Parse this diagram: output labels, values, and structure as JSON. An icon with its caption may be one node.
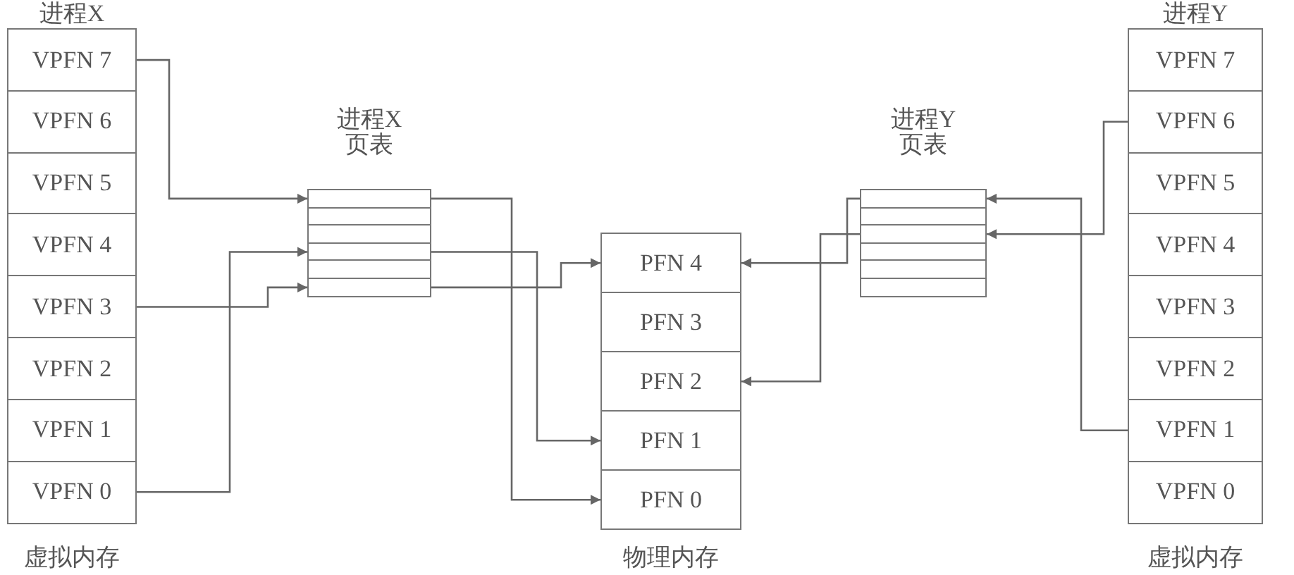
{
  "diagram": {
    "nodes": [
      {
        "text": [
          "进程X",
          "虚拟内存"
        ]
      },
      {
        "text": [
          "VPFN 7"
        ],
        "in": 0
      },
      {
        "text": [
          "VPFN 6"
        ],
        "in": 0
      },
      {
        "text": [
          "VPFN 5"
        ],
        "in": 0
      },
      {
        "text": [
          "VPFN 4"
        ],
        "in": 0
      },
      {
        "text": [
          "VPFN 3"
        ],
        "in": 0
      },
      {
        "text": [
          "VPFN 2"
        ],
        "in": 0
      },
      {
        "text": [
          "VPFN 1"
        ],
        "in": 0
      },
      {
        "text": [
          "VPFN 0"
        ],
        "in": 0
      },
      {
        "text": [
          "进程X页表"
        ]
      },
      {
        "text": [],
        "shape": "box",
        "in": 9
      },
      {
        "text": [],
        "shape": "box",
        "in": 9
      },
      {
        "text": [],
        "shape": "box",
        "in": 9
      },
      {
        "text": [],
        "shape": "box",
        "in": 9
      },
      {
        "text": [],
        "shape": "box",
        "in": 9
      },
      {
        "text": [],
        "shape": "box",
        "in": 9
      },
      {
        "text": [
          "物理内存"
        ]
      },
      {
        "text": [
          "PFN 4"
        ],
        "in": 16
      },
      {
        "text": [
          "PFN 3"
        ],
        "in": 16
      },
      {
        "text": [
          "PFN 2"
        ],
        "in": 16
      },
      {
        "text": [
          "PFN 1"
        ],
        "in": 16
      },
      {
        "text": [
          "PFN 0"
        ],
        "in": 16
      },
      {
        "text": [
          "进程Y页表"
        ]
      },
      {
        "text": [],
        "shape": "box",
        "in": 22
      },
      {
        "text": [],
        "shape": "box",
        "in": 22
      },
      {
        "text": [],
        "shape": "box",
        "in": 22
      },
      {
        "text": [],
        "shape": "box",
        "in": 22
      },
      {
        "text": [],
        "shape": "box",
        "in": 22
      },
      {
        "text": [],
        "shape": "box",
        "in": 22
      },
      {
        "text": [
          "进程Y",
          "虚拟内存"
        ]
      },
      {
        "text": [
          "VPFN 7"
        ],
        "in": 29
      },
      {
        "text": [
          "VPFN 6"
        ],
        "in": 29
      },
      {
        "text": [
          "VPFN 5"
        ],
        "in": 29
      },
      {
        "text": [
          "VPFN 4"
        ],
        "in": 29
      },
      {
        "text": [
          "VPFN 3"
        ],
        "in": 29
      },
      {
        "text": [
          "VPFN 2"
        ],
        "in": 29
      },
      {
        "text": [
          "VPFN 1"
        ],
        "in": 29
      },
      {
        "text": [
          "VPFN 0"
        ],
        "in": 29
      }
    ],
    "edges": [
      {
        "from": 1,
        "to": 10,
        "arrow": "to"
      },
      {
        "from": 8,
        "to": 13,
        "arrow": "to"
      },
      {
        "from": 5,
        "to": 15,
        "arrow": "to"
      },
      {
        "from": 10,
        "to": 21,
        "arrow": "to"
      },
      {
        "from": 13,
        "to": 20,
        "arrow": "to"
      },
      {
        "from": 15,
        "to": 17,
        "arrow": "to"
      },
      {
        "from": 31,
        "to": 25,
        "arrow": "to"
      },
      {
        "from": 36,
        "to": 23,
        "arrow": "to"
      },
      {
        "from": 23,
        "to": 17,
        "arrow": "to"
      },
      {
        "from": 25,
        "to": 19,
        "arrow": "to"
      }
    ]
  }
}
